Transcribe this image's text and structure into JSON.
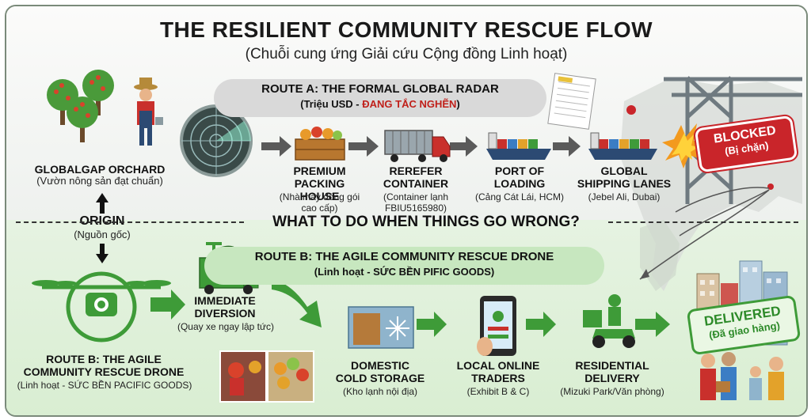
{
  "title": "THE RESILIENT COMMUNITY RESCUE FLOW",
  "subtitle": "(Chuỗi cung ứng Giải cứu Cộng đồng Linh hoạt)",
  "route_a": {
    "heading": "ROUTE A: THE FORMAL GLOBAL RADAR",
    "sub_prefix": "(Triệu USD - ",
    "sub_alert": "ĐANG TẮC NGHẼN",
    "sub_suffix": ")"
  },
  "orchard": {
    "label": "GLOBALGAP ORCHARD",
    "sub": "(Vườn nông sản đạt chuẩn)"
  },
  "origin": {
    "label": "ORIGIN",
    "sub": "(Nguồn gốc)"
  },
  "packing": {
    "label1": "PREMIUM",
    "label2": "PACKING HOUSE",
    "sub1": "(Nhà máy đóng gói",
    "sub2": "cao cấp)"
  },
  "container": {
    "label1": "REREFER",
    "label2": "CONTAINER",
    "sub1": "(Container lạnh",
    "sub2": "FBIU5165980)"
  },
  "port": {
    "label1": "PORT OF",
    "label2": "LOADING",
    "sub": "(Cảng Cát Lái, HCM)"
  },
  "shipping": {
    "label1": "GLOBAL",
    "label2": "SHIPPING LANES",
    "sub": "(Jebel Ali, Dubai)"
  },
  "blocked": {
    "label": "BLOCKED",
    "sub": "(Bị chặn)"
  },
  "question": "WHAT TO DO WHEN THINGS GO WRONG?",
  "route_b": {
    "heading": "ROUTE B: THE AGILE COMMUNITY RESCUE DRONE",
    "sub": "(Linh hoạt - SỨC BỀN PIFIC GOODS)"
  },
  "drone_caption": {
    "line1": "ROUTE B: THE AGILE",
    "line2": "COMMUNITY RESCUE DRONE",
    "sub": "(Linh hoạt - SỨC BỀN PACIFIC GOODS)"
  },
  "diversion": {
    "label1": "IMMEDIATE",
    "label2": "DIVERSION",
    "sub": "(Quay xe ngay lập tức)"
  },
  "cold": {
    "label1": "DOMESTIC",
    "label2": "COLD STORAGE",
    "sub": "(Kho lạnh nội địa)"
  },
  "traders": {
    "label1": "LOCAL ONLINE",
    "label2": "TRADERS",
    "sub": "(Exhibit B & C)"
  },
  "residential": {
    "label1": "RESIDENTIAL",
    "label2": "DELIVERY",
    "sub": "(Mizuki Park/Văn phòng)"
  },
  "delivered": {
    "label": "DELIVERED",
    "sub": "(Đã giao hàng)"
  },
  "colors": {
    "green": "#3e9b38",
    "red": "#c9252a",
    "gray_arrow": "#5a5a5a",
    "ship_blue": "#2c4a73"
  }
}
